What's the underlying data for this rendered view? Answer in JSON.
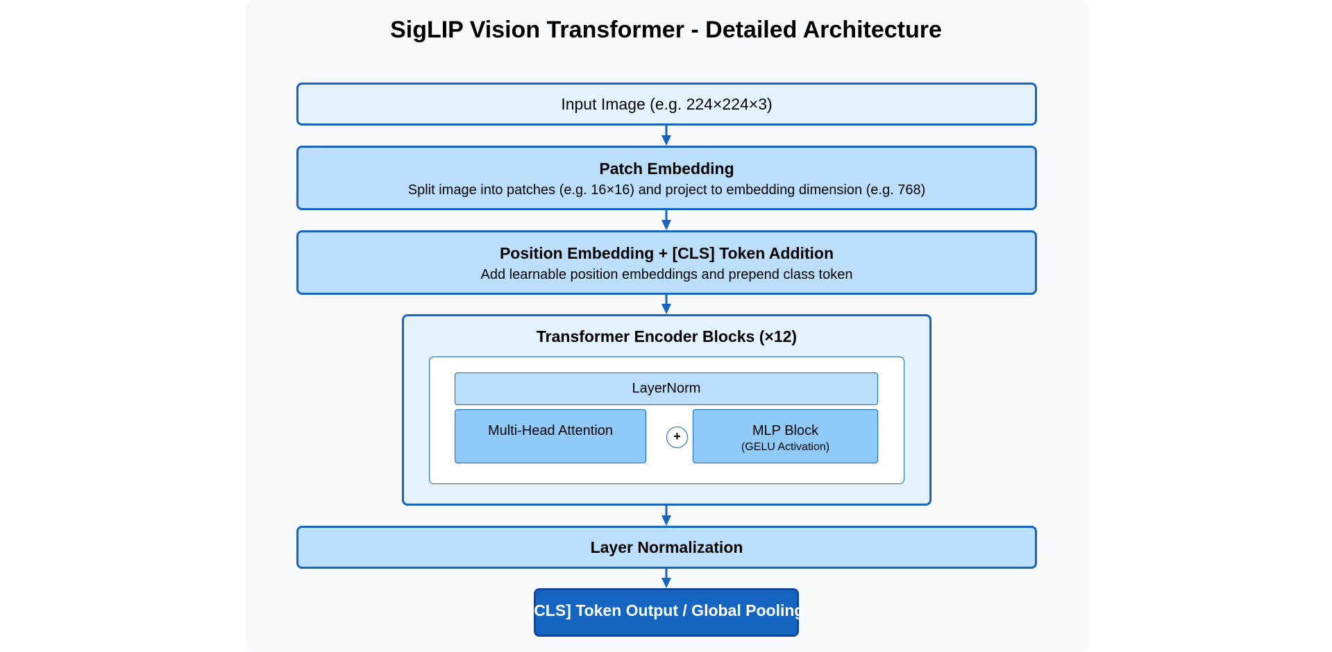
{
  "title": "SigLIP Vision Transformer - Detailed Architecture",
  "input": {
    "label": "Input Image (e.g. 224×224×3)"
  },
  "patch_embedding": {
    "title": "Patch Embedding",
    "description": "Split image into patches (e.g. 16×16) and project to embedding dimension (e.g. 768)"
  },
  "position_embedding": {
    "title": "Position Embedding + [CLS] Token Addition",
    "description": "Add learnable position embeddings and prepend class token"
  },
  "encoder": {
    "title": "Transformer Encoder Blocks (×12)",
    "layernorm": "LayerNorm",
    "attention": "Multi-Head Attention",
    "plus": "+",
    "mlp_title": "MLP Block",
    "mlp_subtitle": "(GELU Activation)"
  },
  "layer_normalization": {
    "title": "Layer Normalization"
  },
  "output": {
    "title": "[CLS] Token Output / Global Pooling"
  },
  "colors": {
    "accent": "#1565c0",
    "light_fill": "#e3f2fd",
    "mid_fill": "#bbdefb",
    "strong_fill": "#90caf9",
    "output_fill": "#1565c0",
    "panel_bg": "#f8f9fa"
  }
}
